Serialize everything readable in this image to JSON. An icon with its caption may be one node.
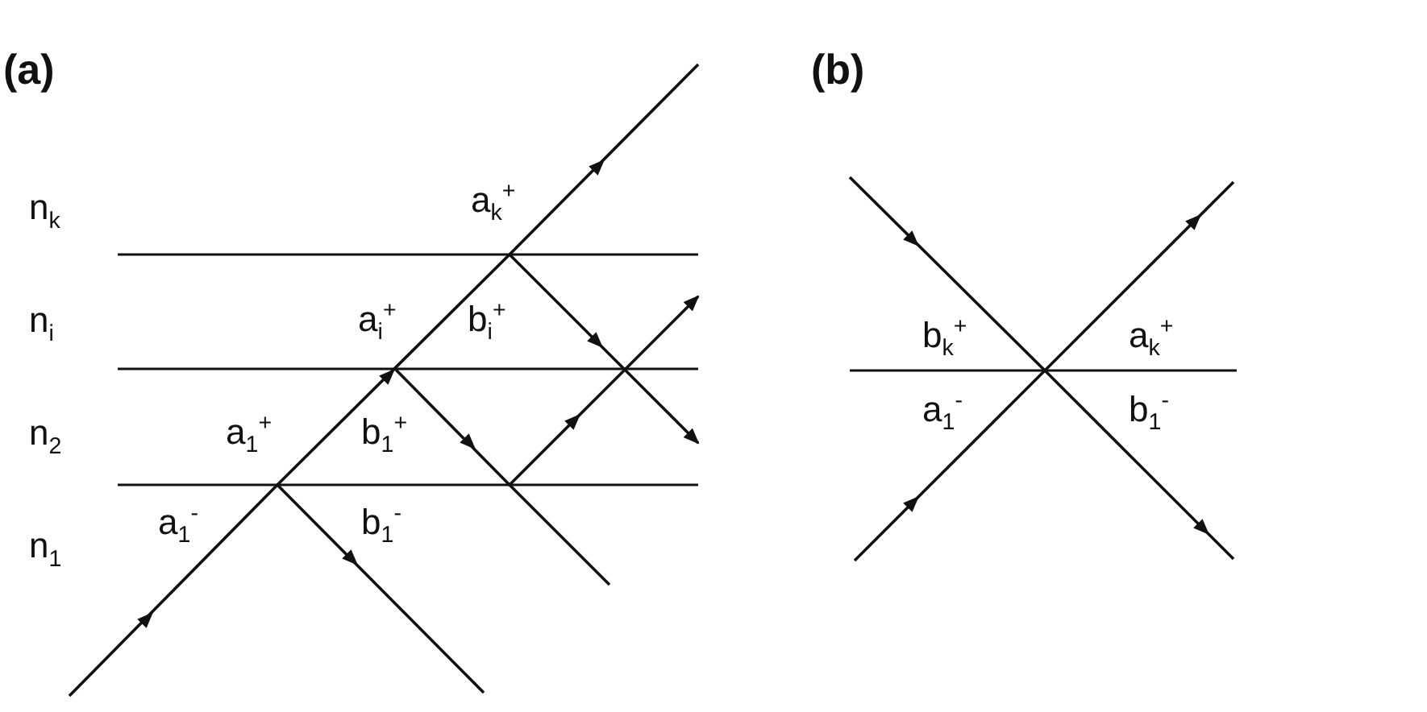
{
  "diagram": {
    "labels": [
      "(a)",
      "n$_{k}$",
      "n$_{i}$",
      "n$_{2}$",
      "n$_{1}$",
      "a$_{k}$$^{+}$",
      "a$_{i}$$^{+}$",
      "b$_{i}$$^{+}$",
      "a$_{1}$$^{+}$",
      "b$_{1}$$^{+}$",
      "a$_{1}$$^{-}$",
      "b$_{1}$$^{-}$",
      "(b)",
      "b$_{k}$$^{+}$",
      "a$_{k}$$^{+}$",
      "a$_{1}$$^{-}$",
      "b$_{1}$$^{-}$"
    ]
  }
}
